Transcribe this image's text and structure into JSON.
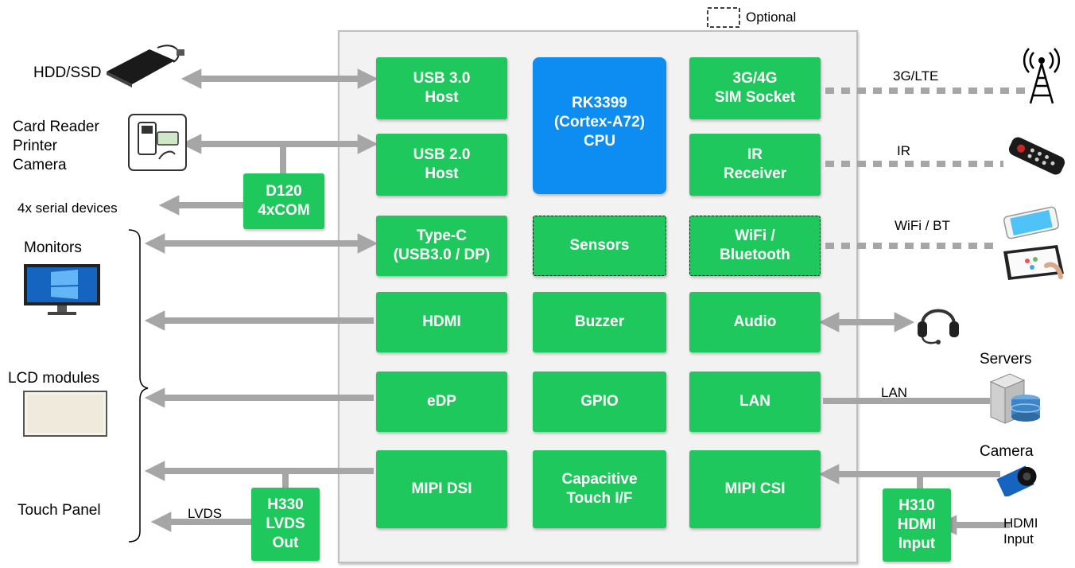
{
  "legend": {
    "optional": "Optional"
  },
  "blocks": {
    "usb30": "USB 3.0\nHost",
    "usb20": "USB 2.0\nHost",
    "typec": "Type-C\n(USB3.0 / DP)",
    "hdmi": "HDMI",
    "edp": "eDP",
    "mipi_dsi": "MIPI DSI",
    "cpu": "RK3399\n(Cortex-A72)\nCPU",
    "sensors": "Sensors",
    "buzzer": "Buzzer",
    "gpio": "GPIO",
    "touch_if": "Capacitive\nTouch I/F",
    "sim": "3G/4G\nSIM Socket",
    "ir": "IR\nReceiver",
    "wifi": "WiFi /\nBluetooth",
    "audio": "Audio",
    "lan": "LAN",
    "mipi_csi": "MIPI CSI",
    "d120": "D120\n4xCOM",
    "h330": "H330\nLVDS\nOut",
    "h310": "H310\nHDMI\nInput"
  },
  "labels": {
    "hdd": "HDD/SSD",
    "card_reader": "Card Reader\nPrinter\nCamera",
    "serial": "4x serial devices",
    "monitors": "Monitors",
    "lcd": "LCD modules",
    "touch_panel": "Touch Panel",
    "lvds": "LVDS",
    "lte": "3G/LTE",
    "ir": "IR",
    "wifi_bt": "WiFi / BT",
    "servers": "Servers",
    "lan": "LAN",
    "camera": "Camera",
    "hdmi_input": "HDMI\nInput"
  },
  "colors": {
    "block": "#1ec85c",
    "cpu": "#0d8cf2",
    "arrow": "#a6a6a6"
  }
}
